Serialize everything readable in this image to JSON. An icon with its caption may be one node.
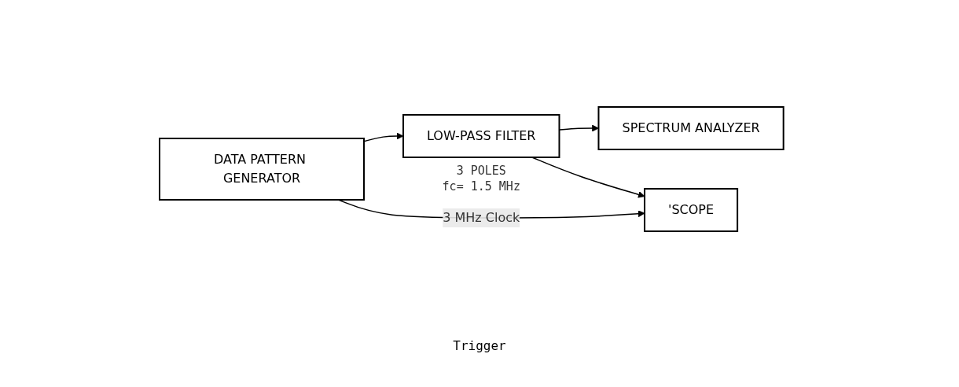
{
  "diagram": {
    "nodes": [
      {
        "text": [
          "DATA PATTERN GENERATOR"
        ]
      },
      {
        "text": [
          "LOW-PASS FILTER"
        ],
        "beside": [
          "3 POLES",
          "fc= 1.5 MHz"
        ]
      },
      {
        "text": [
          "SPECTRUM ANALYZER"
        ]
      },
      {
        "text": [
          "'SCOPE"
        ]
      }
    ],
    "edges": [
      {
        "from": 0,
        "to": 1,
        "arrow": "to"
      },
      {
        "from": 1,
        "to": 2,
        "arrow": "to"
      },
      {
        "from": 1,
        "to": 3,
        "arrow": "to"
      },
      {
        "from": 0,
        "to": 3,
        "arrow": "to",
        "label": "3 MHz Clock"
      }
    ],
    "labels": [
      "Trigger"
    ]
  }
}
